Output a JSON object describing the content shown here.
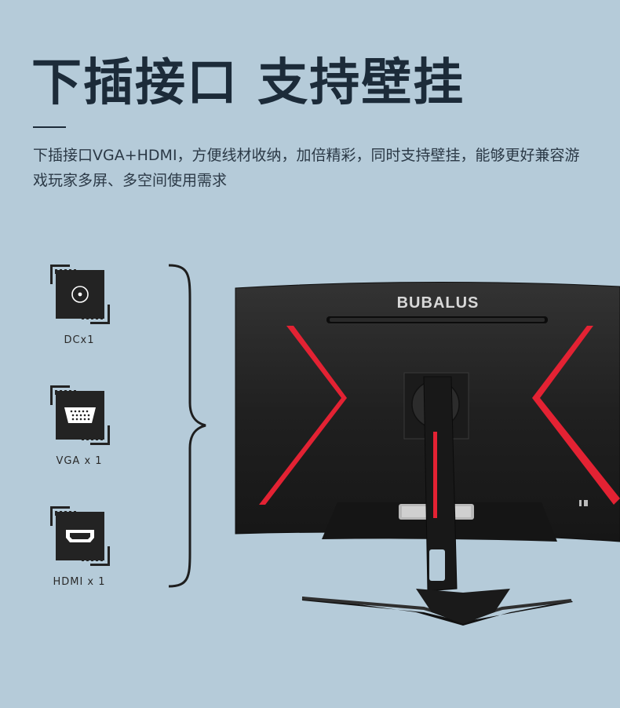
{
  "headline": {
    "title": "下插接口 支持壁挂",
    "description": "下插接口VGA+HDMI，方便线材收纳，加倍精彩，同时支持壁挂，能够更好兼容游戏玩家多屏、多空间使用需求"
  },
  "ports": [
    {
      "icon": "dc-power-icon",
      "label": "DCx1"
    },
    {
      "icon": "vga-port-icon",
      "label": "VGA x 1"
    },
    {
      "icon": "hdmi-port-icon",
      "label": "HDMI x 1"
    }
  ],
  "monitor": {
    "brand": "BUBALUS",
    "accent_color": "#e32233",
    "body_color": "#1e1e1e"
  }
}
